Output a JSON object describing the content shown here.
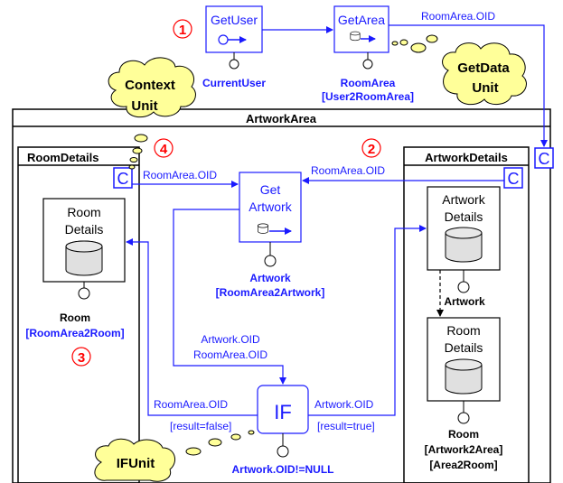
{
  "units": {
    "get_user": {
      "title": "GetUser",
      "param": "CurrentUser"
    },
    "get_area": {
      "title": "GetArea",
      "param_line1": "RoomArea",
      "param_line2": "[User2RoomArea]"
    },
    "get_artwork": {
      "title_line1": "Get",
      "title_line2": "Artwork",
      "param_line1": "Artwork",
      "param_line2": "[RoomArea2Artwork]"
    },
    "room_details_left": {
      "title_line1": "Room",
      "title_line2": "Details",
      "param_line1": "Room",
      "param_line2": "[RoomArea2Room]"
    },
    "artwork_details": {
      "title_line1": "Artwork",
      "title_line2": "Details",
      "param": "Artwork"
    },
    "room_details_right": {
      "title_line1": "Room",
      "title_line2": "Details",
      "param_line1": "Room",
      "param_line2": "[Artwork2Area]",
      "param_line3": "[Area2Room]"
    },
    "if_unit": {
      "title": "IF",
      "param": "Artwork.OID!=NULL"
    }
  },
  "areas": {
    "outer": "ArtworkArea",
    "left": "RoomDetails",
    "right": "ArtworkDetails"
  },
  "link_labels": {
    "roomarea_oid_top": "RoomArea.OID",
    "roomarea_oid_left": "RoomArea.OID",
    "roomarea_oid_right": "RoomArea.OID",
    "artwork_oid_mid": "Artwork.OID",
    "roomarea_oid_mid": "RoomArea.OID",
    "roomarea_oid_if_left": "RoomArea.OID",
    "artwork_oid_if_right": "Artwork.OID",
    "result_false": "[result=false]",
    "result_true": "[result=true]"
  },
  "context_marker": "C",
  "callouts": {
    "context_unit_line1": "Context",
    "context_unit_line2": "Unit",
    "getdata_unit_line1": "GetData",
    "getdata_unit_line2": "Unit",
    "if_unit": "IFUnit"
  },
  "step_numbers": [
    "1",
    "2",
    "3",
    "4"
  ],
  "colors": {
    "link": "#1a1aff",
    "step": "#ff0000",
    "cloud": "#ffff99"
  }
}
